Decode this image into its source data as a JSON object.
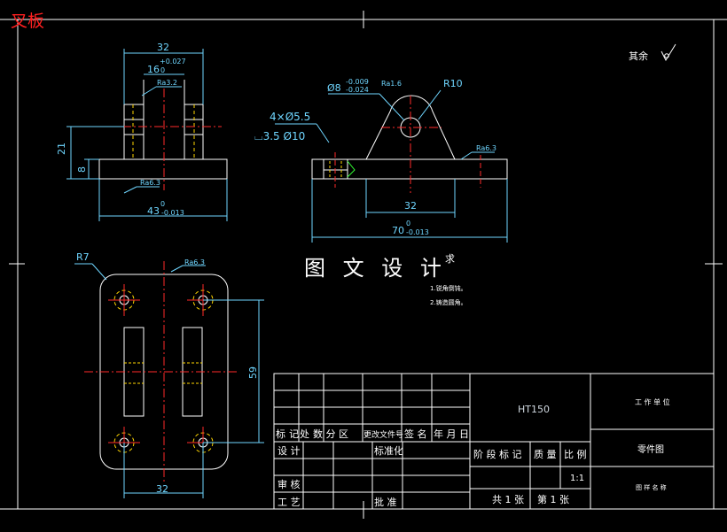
{
  "title_corner": "叉板",
  "watermark": "图 文 设 计",
  "roughness_note": {
    "label": "其余"
  },
  "front_view": {
    "dim_width_top": "32",
    "dim_inner": "16",
    "dim_inner_tol_upper": "+0.027",
    "dim_inner_tol_lower": "0",
    "roughness": "Ra3.2",
    "dim_height_total": "21",
    "dim_height_base": "8",
    "roughness_base": "Ra6.3",
    "dim_base_width": "43",
    "dim_base_tol_upper": "0",
    "dim_base_tol_lower": "-0.013"
  },
  "side_view": {
    "bore_dim": "Ø8",
    "bore_tol_upper": "-0.009",
    "bore_tol_lower": "-0.024",
    "bore_roughness": "Ra1.6",
    "radius": "R10",
    "holes_note": "4×Ø5.5",
    "counterbore_note": "⌴3.5 Ø10",
    "roughness": "Ra6.3",
    "dim_center": "32",
    "dim_total": "70",
    "dim_total_tol_upper": "0",
    "dim_total_tol_lower": "-0.013"
  },
  "top_view": {
    "radius": "R7",
    "roughness": "Ra6.3",
    "dim_height": "59",
    "dim_width": "32"
  },
  "tech_req": {
    "heading": "求",
    "item1": "1.锐角倒钝。",
    "item2": "2.铸造圆角。"
  },
  "title_block": {
    "material": "HT150",
    "company": "工 作 单 位",
    "part_name": "零件图",
    "drawing_no": "图 样 名 称",
    "row_mark": "标",
    "row_count": "记",
    "row_place": "处",
    "row_zone": "数 分 区",
    "row_change": "更改文件号",
    "row_sign": "签 名",
    "row_date": "年 月 日",
    "design": "设 计",
    "standard": "标准化",
    "review": "审 核",
    "process": "工 艺",
    "approve": "批 准",
    "stage": "阶 段 标 记",
    "mass": "质 量",
    "scale": "比 例",
    "scale_value": "1:1",
    "sheets": "共 1 张",
    "sheet_no": "第 1 张"
  },
  "colors": {
    "line": "#ffffff",
    "dim": "#6fd6ff",
    "center": "#ff2a2a",
    "hidden": "#ffd600",
    "green": "#32ff32",
    "title_red": "#ff2020"
  }
}
